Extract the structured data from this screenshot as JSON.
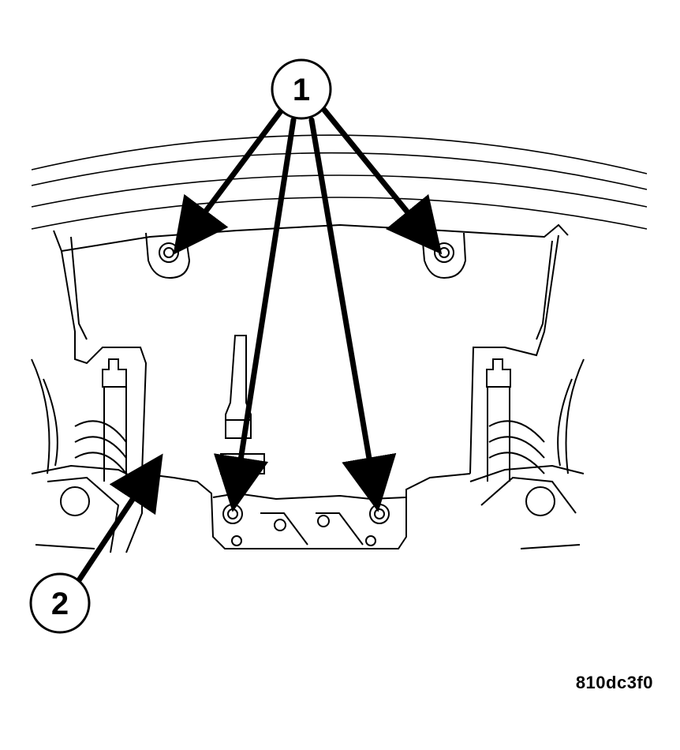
{
  "callouts": [
    {
      "label": "1"
    },
    {
      "label": "2"
    }
  ],
  "figure_id": "810dc3f0",
  "colors": {
    "line": "#000000",
    "background": "#ffffff"
  }
}
